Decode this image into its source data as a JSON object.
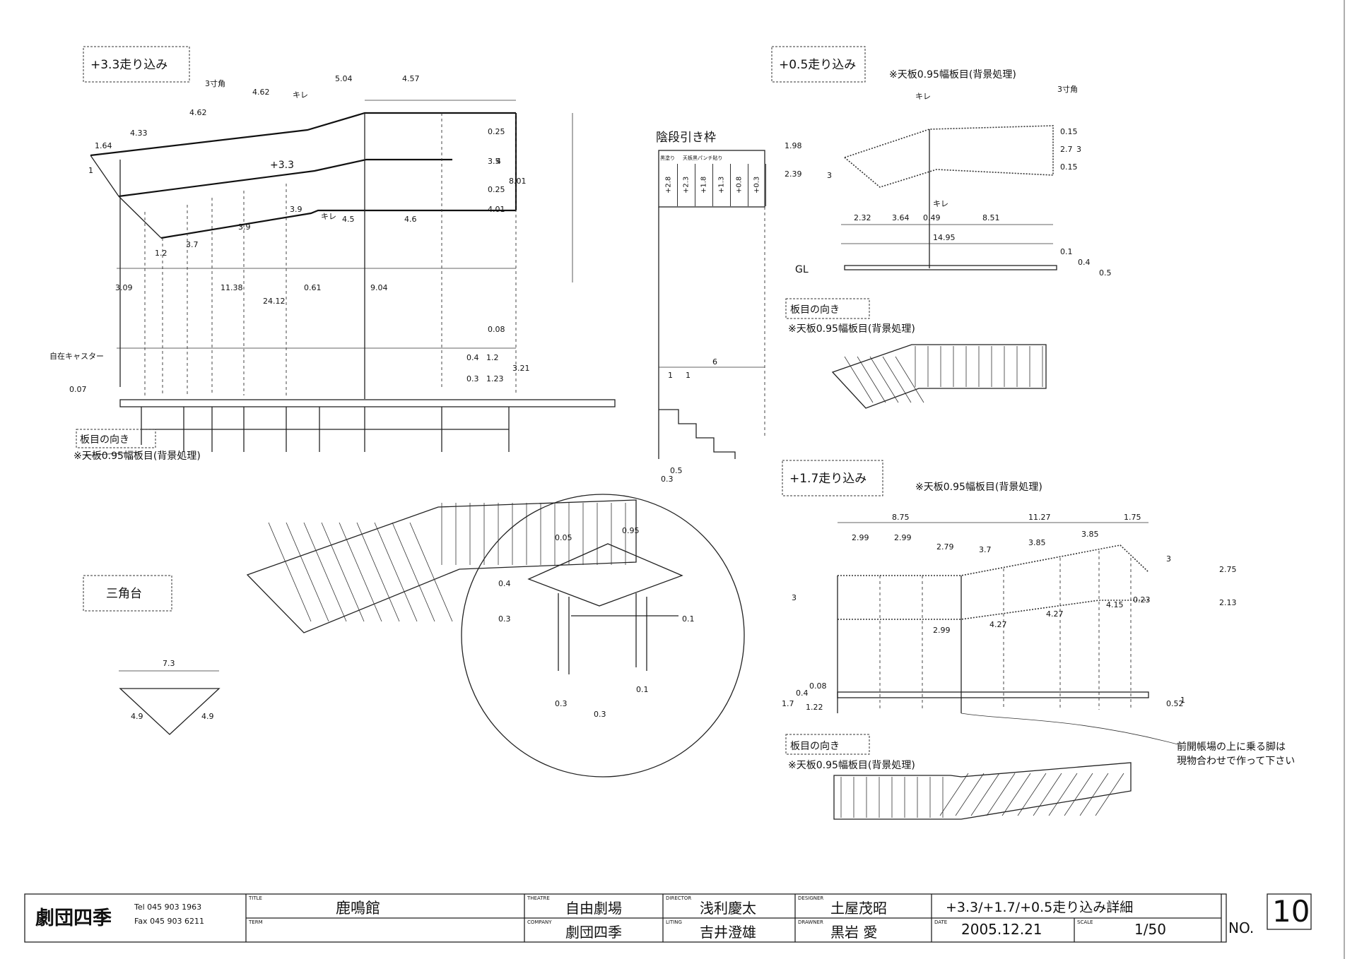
{
  "drawing": {
    "sections": {
      "run33": {
        "title": "+3.3走り込み",
        "grain_heading": "板目の向き",
        "grain_note": "※天板0.95幅板目(背景処理)",
        "label_plus": "+3.3",
        "kire1": "キレ",
        "kire2": "キレ",
        "corner": "3寸角",
        "caster": "自在キャスター"
      },
      "run05": {
        "title": "+0.5走り込み",
        "note": "※天板0.95幅板目(背景処理)",
        "grain_heading": "板目の向き",
        "grain_note": "※天板0.95幅板目(背景処理)",
        "kire1": "キレ",
        "kire2": "キレ",
        "corner": "3寸角",
        "gl": "GL"
      },
      "run17": {
        "title": "+1.7走り込み",
        "note": "※天板0.95幅板目(背景処理)",
        "grain_heading": "板目の向き",
        "grain_note": "※天板0.95幅板目(背景処理)",
        "leg_note_1": "前開帳場の上に乗る脚は",
        "leg_note_2": "現物合わせで作って下さい"
      },
      "frame": {
        "title": "陰段引き枠",
        "col1": "黒塗り",
        "col2": "天板黒パンチ貼り",
        "heights": [
          "+2.8",
          "+2.3",
          "+1.8",
          "+1.3",
          "+0.8",
          "+0.3"
        ]
      },
      "triangle": {
        "title": "三角台"
      }
    },
    "dims": {
      "d504": "5.04",
      "d457": "4.57",
      "d462a": "4.62",
      "d462b": "4.62",
      "d433": "4.33",
      "d164": "1.64",
      "d1": "1",
      "d39": "3.9",
      "d37": "3.7",
      "d39b": "3.9",
      "d12": "1.2",
      "d45": "4.5",
      "d46": "4.6",
      "d309": "3.09",
      "d1138": "11.38",
      "d061": "0.61",
      "d904": "9.04",
      "d2412": "24.12",
      "d025a": "0.25",
      "d35": "3.5",
      "d4": "4",
      "d025b": "0.25",
      "d401": "4.01",
      "d801": "8.01",
      "d008": "0.08",
      "d04": "0.4",
      "d03": "0.3",
      "d12b": "1.2",
      "d123": "1.23",
      "d321": "3.21",
      "d007": "0.07",
      "f6": "6",
      "f1a": "1",
      "f1b": "1",
      "f05": "0.5",
      "f03": "0.3",
      "c005": "0.05",
      "c095": "0.95",
      "c04": "0.4",
      "c03": "0.3",
      "c01": "0.1",
      "c03b": "0.3",
      "c03c": "0.3",
      "c01b": "0.1",
      "t73": "7.3",
      "t49a": "4.9",
      "t49b": "4.9",
      "e198": "1.98",
      "e239": "2.39",
      "e3": "3",
      "e015a": "0.15",
      "e27": "2.7",
      "e015b": "0.15",
      "e3b": "3",
      "e232": "2.32",
      "e364": "3.64",
      "e049": "0.49",
      "e851": "8.51",
      "e1495": "14.95",
      "e01": "0.1",
      "e04": "0.4",
      "e05": "0.5",
      "g875": "8.75",
      "g1127": "11.27",
      "g175": "1.75",
      "g299a": "2.99",
      "g299b": "2.99",
      "g279": "2.79",
      "g37": "3.7",
      "g385a": "3.85",
      "g385b": "3.85",
      "g3": "3",
      "g275": "2.75",
      "g3b": "3",
      "g213": "2.13",
      "g299c": "2.99",
      "g427a": "4.27",
      "g427b": "4.27",
      "g415": "4.15",
      "g023": "0.23",
      "g008": "0.08",
      "g17": "1.7",
      "g04": "0.4",
      "g122": "1.22",
      "g052": "0.52",
      "g1": "1"
    }
  },
  "title_block": {
    "company_name": "劇団四季",
    "tel": "Tel 045 903 1963",
    "fax": "Fax 045 903 6211",
    "title_label": "TITLE",
    "title": "鹿鳴館",
    "term_label": "TERM",
    "theatre_label": "THEATRE",
    "theatre": "自由劇場",
    "company_label": "COMPANY",
    "company": "劇団四季",
    "director_label": "DIRECTOR",
    "director": "浅利慶太",
    "lighting_label": "LITING",
    "lighting": "吉井澄雄",
    "designer_label": "DESIGNER",
    "designer": "土屋茂昭",
    "drawner_label": "DRAWNER",
    "drawner": "黒岩 愛",
    "subject": "+3.3/+1.7/+0.5走り込み詳細",
    "date_label": "DATE",
    "date": "2005.12.21",
    "scale_label": "SCALE",
    "scale": "1/50",
    "no_label": "NO.",
    "number": "10"
  }
}
